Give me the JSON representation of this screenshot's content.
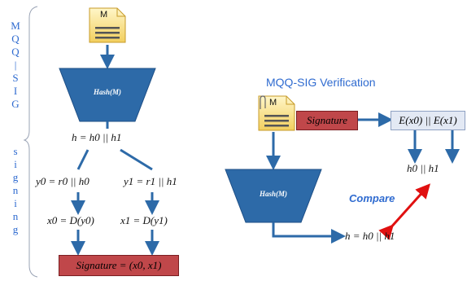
{
  "sidebar": {
    "top_letters": [
      "M",
      "Q",
      "Q",
      "|",
      "S",
      "I",
      "G"
    ],
    "bottom_letters": [
      "s",
      "i",
      "g",
      "n",
      "i",
      "n",
      "g"
    ]
  },
  "signing": {
    "doc_letter": "M",
    "hash_label": "Hash(M)",
    "split_eq": "h = h0 || h1",
    "y0": "y0 = r0 || h0",
    "y1": "y1 = r1 || h1",
    "x0": "x0 = D(y0)",
    "x1": "x1 = D(y1)",
    "signature": "Signature = (x0, x1)"
  },
  "verification": {
    "title": "MQQ-SIG Verification",
    "doc_letter": "M",
    "signature_label": "Signature",
    "enc_label": "E(x0) || E(x1)",
    "h_parts": "h0 || h1",
    "hash_label": "Hash(M)",
    "compare": "Compare",
    "h_eq": "h = h0 || h1"
  },
  "colors": {
    "accent_blue": "#2f6bd0",
    "hash_fill": "#2d6aa8",
    "signature_fill": "#c0474a",
    "compare_arrow": "#e01010"
  }
}
